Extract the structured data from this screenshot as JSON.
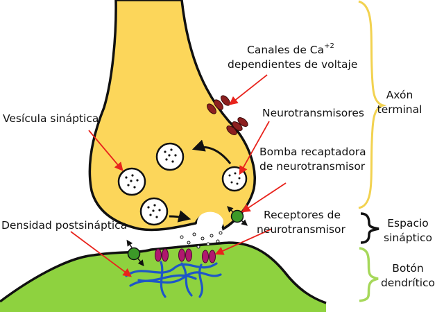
{
  "labels": {
    "calcium_channels_l1": "Canales de Ca",
    "calcium_superscript": "+2",
    "calcium_channels_l2": "dependientes de voltaje",
    "synaptic_vesicle": "Vesícula sináptica",
    "neurotransmitters": "Neurotransmisores",
    "reuptake_pump_l1": "Bomba recaptadora",
    "reuptake_pump_l2": "de neurotransmisor",
    "receptors_l1": "Receptores de",
    "receptors_l2": "neurotransmisor",
    "postsynaptic_density": "Densidad postsináptica"
  },
  "brackets": {
    "axon_terminal_l1": "Axón",
    "axon_terminal_l2": "terminal",
    "synaptic_space_l1": "Espacio",
    "synaptic_space_l2": "sináptico",
    "dendritic_spine_l1": "Botón",
    "dendritic_spine_l2": "dendrítico"
  },
  "colors": {
    "axon_fill": "#fcd65a",
    "dendrite_fill": "#8ed23f",
    "density_lines": "#1e56c8",
    "arrow_red": "#e8231c",
    "channel": "#8c1f1f",
    "receptor": "#b0186e",
    "pump_green": "#3c9a28",
    "bracket_yellow": "#f2d250",
    "bracket_black": "#111111",
    "bracket_green": "#a6d85a"
  }
}
